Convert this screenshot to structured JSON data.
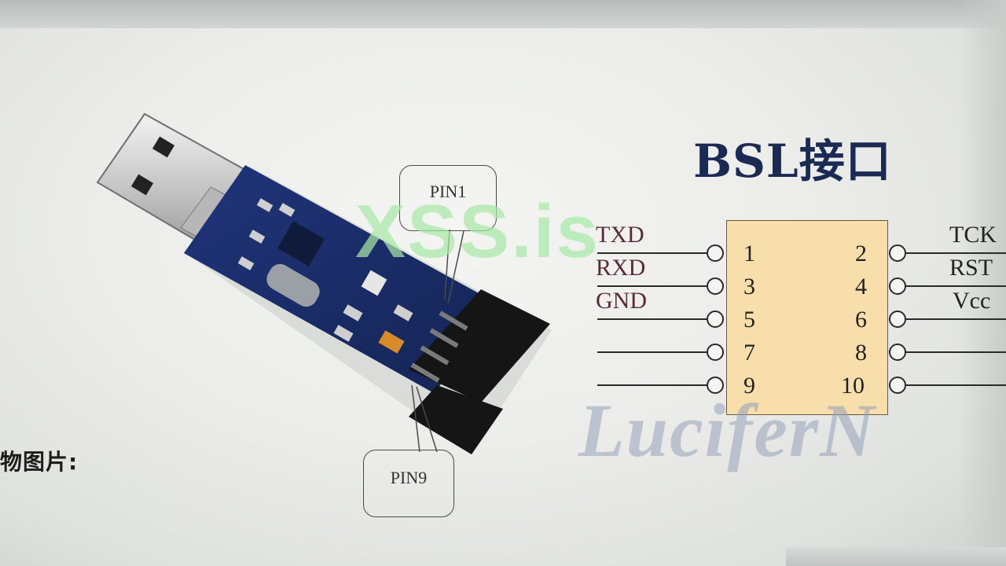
{
  "caption": "物图片:",
  "title": "BSL接口",
  "callouts": {
    "pin1": "PIN1",
    "pin9": "PIN9"
  },
  "pinout": {
    "pins": [
      {
        "num": "1",
        "label": "TXD"
      },
      {
        "num": "2",
        "label": "TCK"
      },
      {
        "num": "3",
        "label": "RXD"
      },
      {
        "num": "4",
        "label": "RST"
      },
      {
        "num": "5",
        "label": "GND"
      },
      {
        "num": "6",
        "label": "Vcc"
      },
      {
        "num": "7",
        "label": ""
      },
      {
        "num": "8",
        "label": ""
      },
      {
        "num": "9",
        "label": ""
      },
      {
        "num": "10",
        "label": ""
      }
    ]
  },
  "watermark": "XSS.is",
  "logo": "LuciferN",
  "colors": {
    "title": "#1b2a52",
    "chip_fill": "#f7deab",
    "pcb": "#1c2f6e",
    "watermark": "#a8e8a8"
  }
}
